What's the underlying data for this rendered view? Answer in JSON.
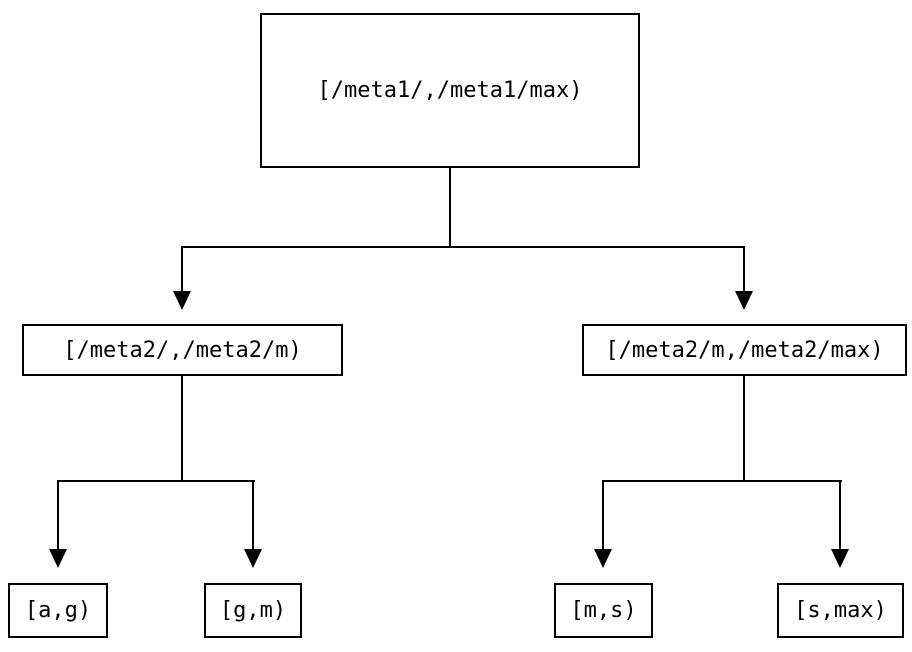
{
  "diagram": {
    "type": "interval-partition-tree",
    "background_color": "#ffffff",
    "line_color": "#000000",
    "text_color": "#000000",
    "nodes": {
      "root": {
        "label": "[/meta1/,/meta1/max)"
      },
      "meta2_low": {
        "label": "[/meta2/,/meta2/m)"
      },
      "meta2_high": {
        "label": "[/meta2/m,/meta2/max)"
      },
      "leaf_ag": {
        "label": "[a,g)"
      },
      "leaf_gm": {
        "label": "[g,m)"
      },
      "leaf_ms": {
        "label": "[m,s)"
      },
      "leaf_smax": {
        "label": "[s,max)"
      }
    },
    "edges": [
      {
        "from": "root",
        "to": "meta2_low"
      },
      {
        "from": "root",
        "to": "meta2_high"
      },
      {
        "from": "meta2_low",
        "to": "leaf_ag"
      },
      {
        "from": "meta2_low",
        "to": "leaf_gm"
      },
      {
        "from": "meta2_high",
        "to": "leaf_ms"
      },
      {
        "from": "meta2_high",
        "to": "leaf_smax"
      }
    ]
  }
}
